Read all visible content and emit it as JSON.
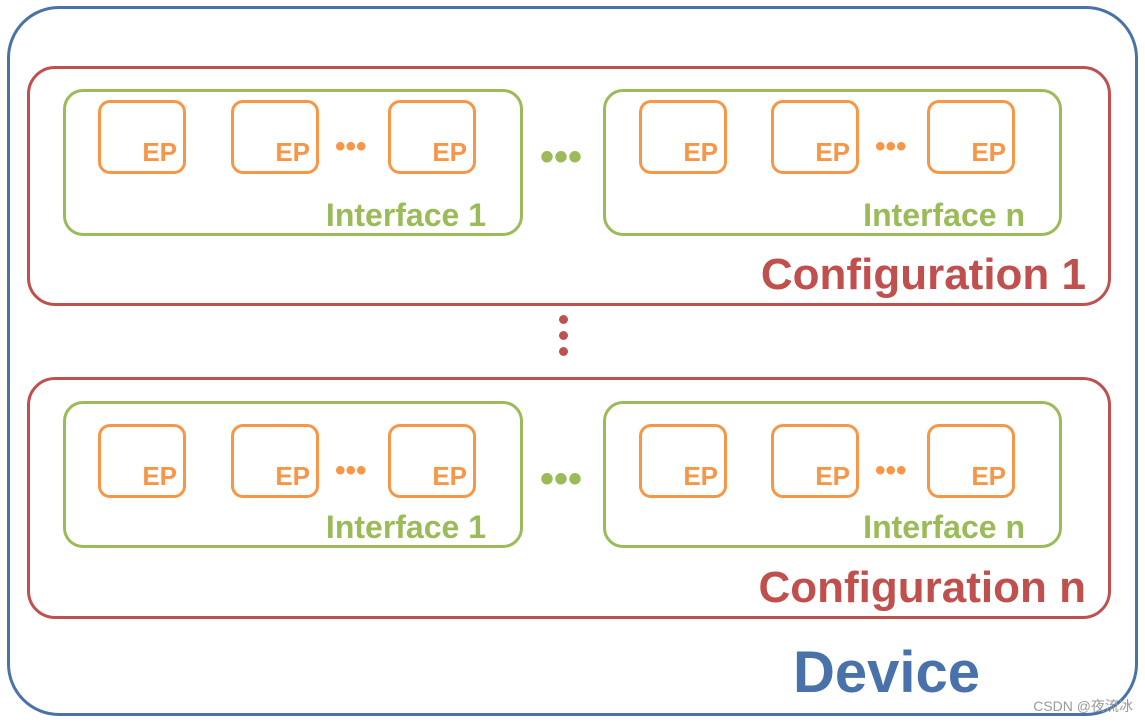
{
  "diagram": {
    "device_label": "Device",
    "configurations": [
      {
        "label": "Configuration 1",
        "interfaces": [
          {
            "label": "Interface 1",
            "endpoints": [
              "EP",
              "EP",
              "EP"
            ],
            "ellipsis": "•••"
          },
          {
            "label": "Interface n",
            "endpoints": [
              "EP",
              "EP",
              "EP"
            ],
            "ellipsis": "•••"
          }
        ],
        "between_interfaces": "•••"
      },
      {
        "label": "Configuration n",
        "interfaces": [
          {
            "label": "Interface 1",
            "endpoints": [
              "EP",
              "EP",
              "EP"
            ],
            "ellipsis": "•••"
          },
          {
            "label": "Interface n",
            "endpoints": [
              "EP",
              "EP",
              "EP"
            ],
            "ellipsis": "•••"
          }
        ],
        "between_interfaces": "•••"
      }
    ],
    "colors": {
      "device": "#4a72aa",
      "configuration": "#c0504d",
      "interface": "#9bbb59",
      "endpoint": "#f79646"
    }
  },
  "watermark": "CSDN @夜流冰"
}
